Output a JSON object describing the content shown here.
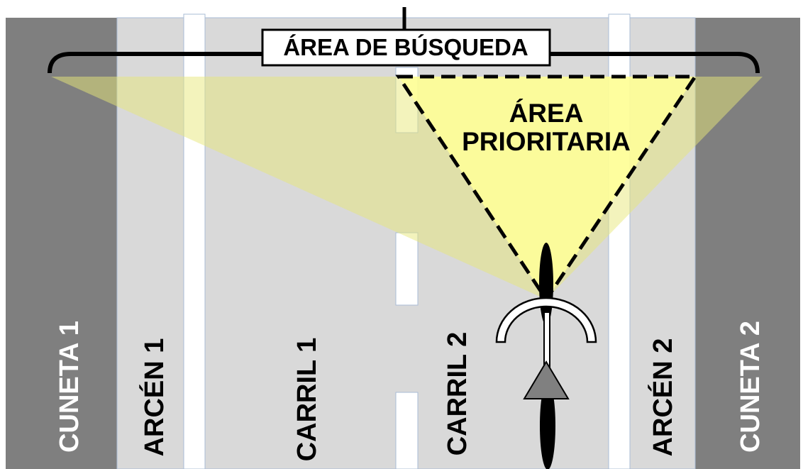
{
  "title": "ÁREA DE BÚSQUEDA",
  "priority_area": {
    "line1": "ÁREA",
    "line2": "PRIORITARIA"
  },
  "zones": {
    "cuneta_1": "CUNETA 1",
    "arcen_1": "ARCÉN 1",
    "carril_1": "CARRIL 1",
    "carril_2": "CARRIL 2",
    "arcen_2": "ARCÉN 2",
    "cuneta_2": "CUNETA 2"
  },
  "colors": {
    "ditch": "#7f7f7f",
    "road": "#d9d9d9",
    "marking": "#ffffff",
    "search_area": "#f2f2a6",
    "priority_area": "#ffff99",
    "outline": "#000000",
    "cyclist_triangle": "#808080",
    "ditch_text": "#ffffff",
    "road_text": "#000000"
  }
}
